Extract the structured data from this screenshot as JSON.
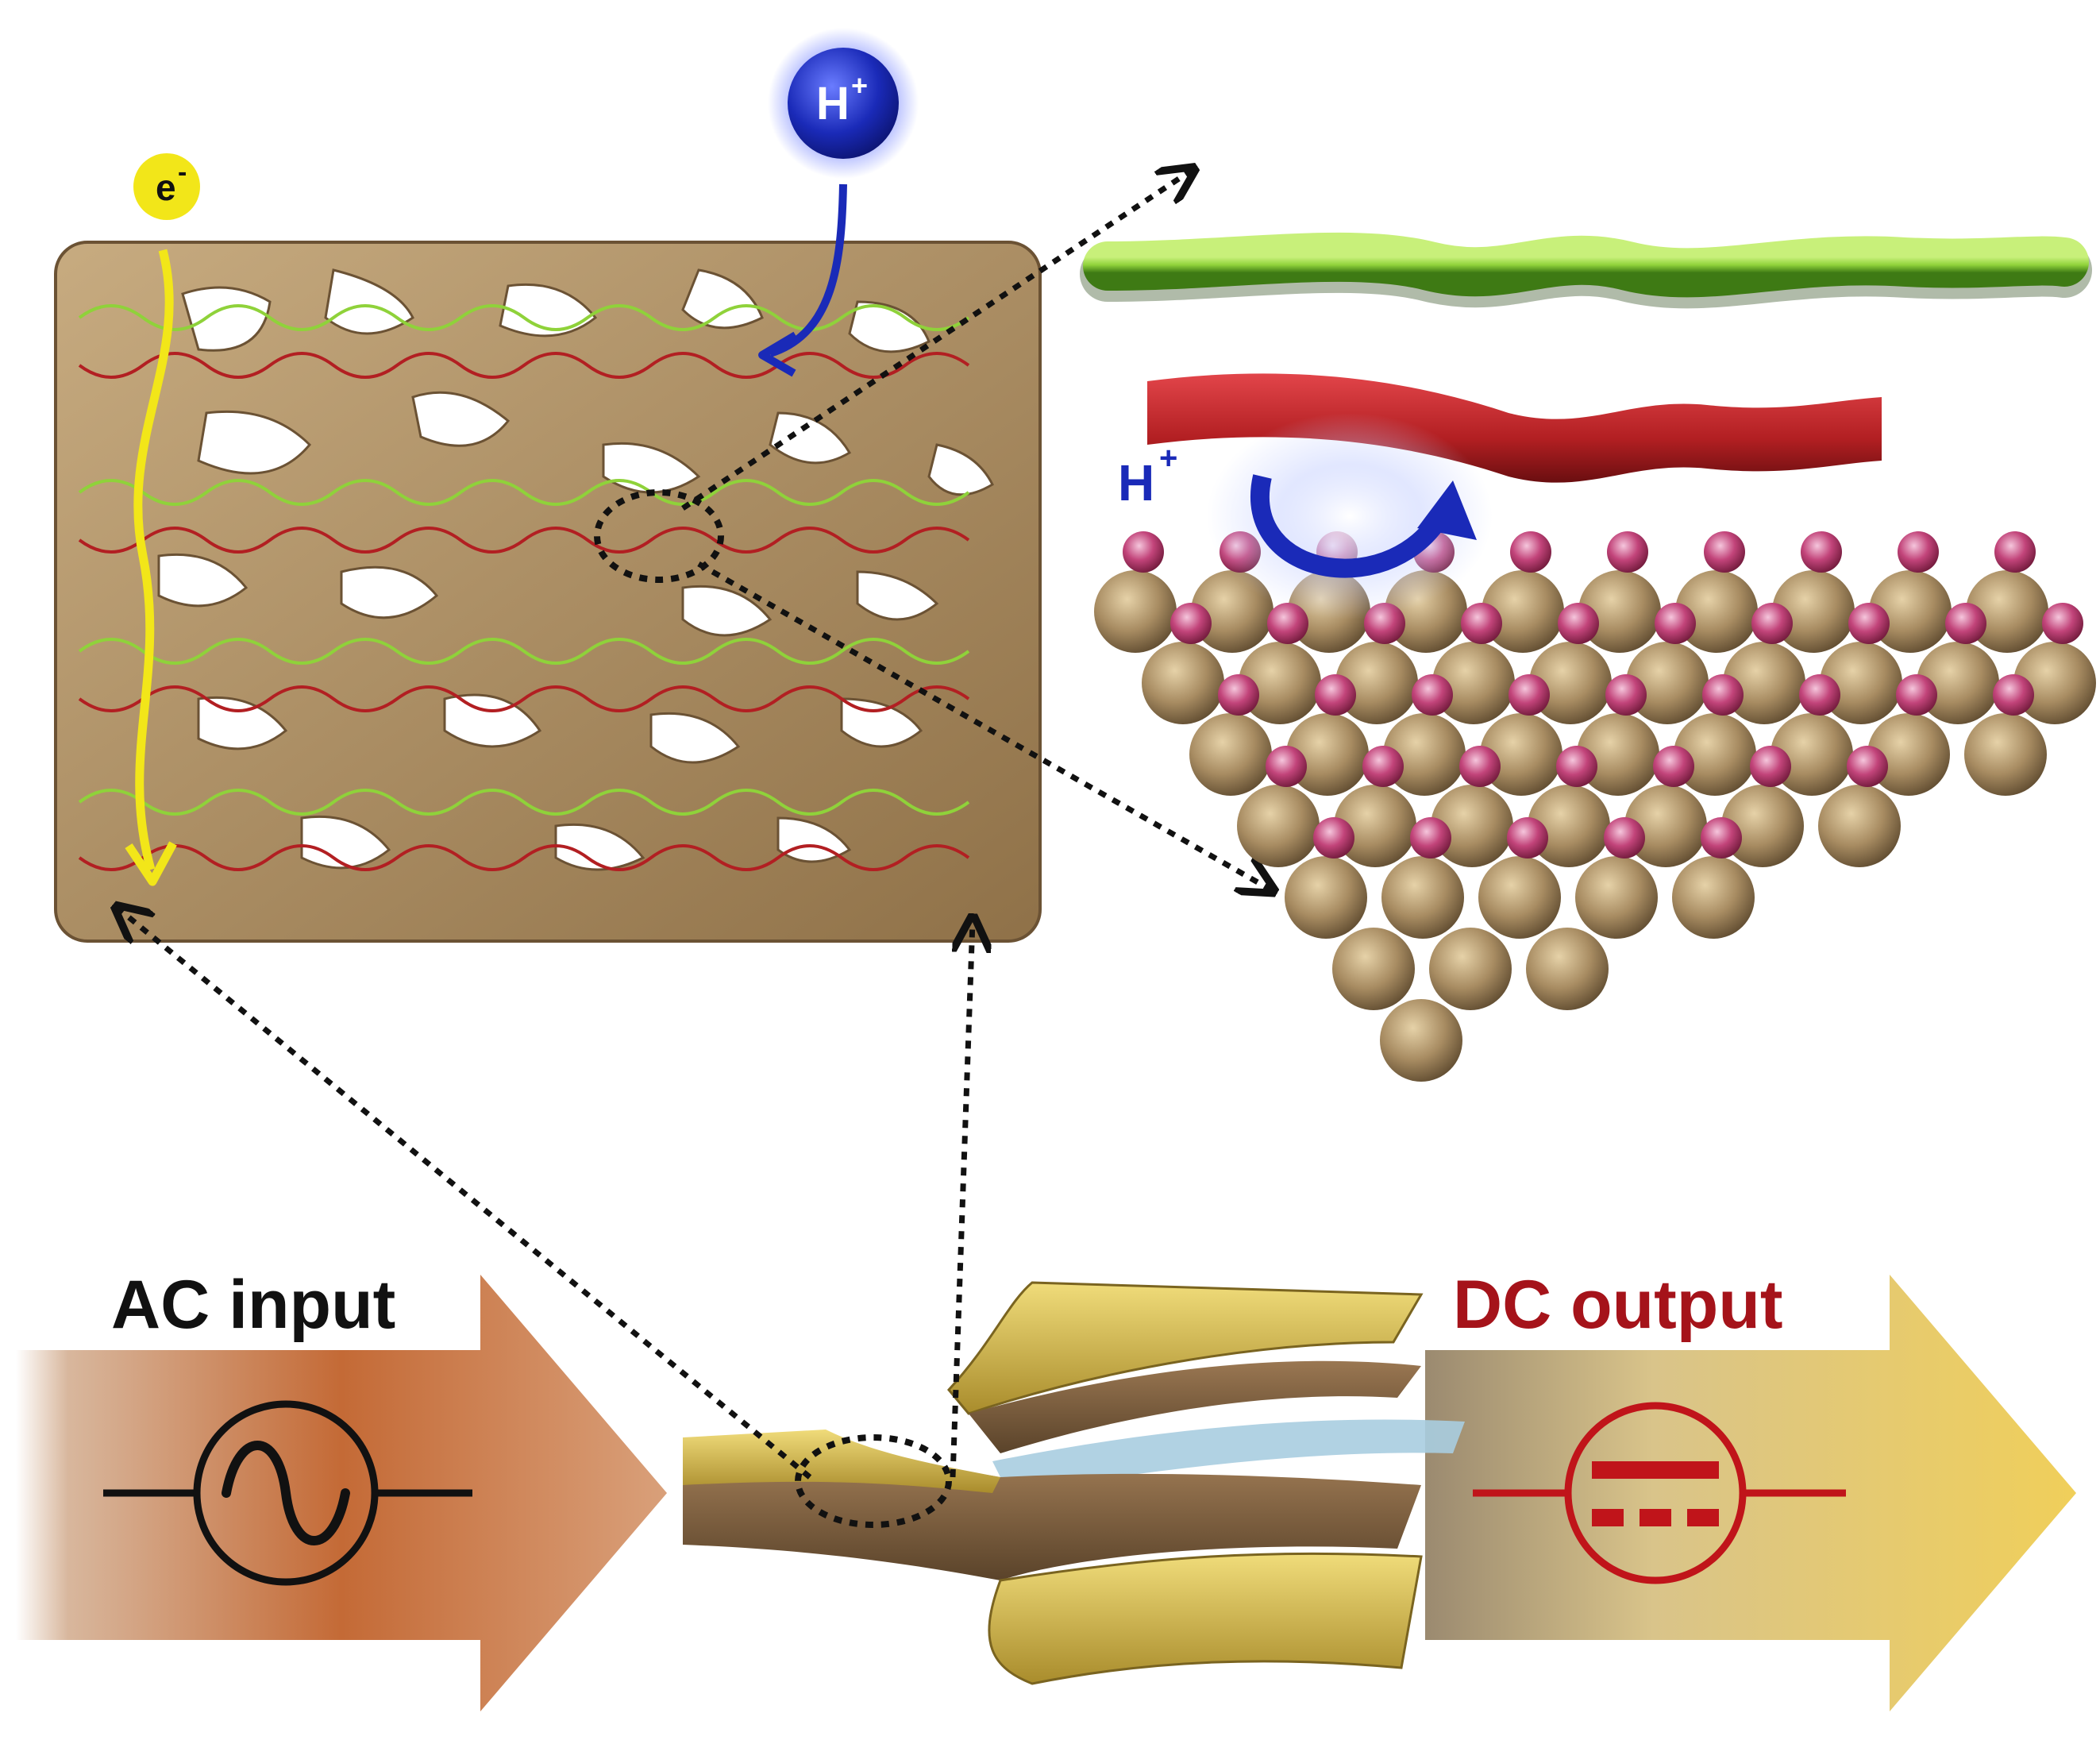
{
  "labels": {
    "electron": "e",
    "electron_sup": "-",
    "proton_top": "H",
    "proton_top_sup": "+",
    "proton_interface": "H",
    "proton_interface_sup": "+",
    "ac_input": "AC input",
    "dc_output": "DC output"
  },
  "colors": {
    "mesh": "#a88d63",
    "green_chain": "#8fd23a",
    "red_chain": "#b21f22",
    "proton_blue": "#1a2ab8",
    "electron_yellow": "#f2e619",
    "ac_arrow": "#c9652c",
    "dc_arrow": "#e8c85a",
    "dc_symbol": "#c0141a",
    "bead_tan": "#a08963",
    "bead_pink": "#c2447a"
  },
  "icons": [
    "sine-wave-icon",
    "dc-symbol-icon"
  ]
}
